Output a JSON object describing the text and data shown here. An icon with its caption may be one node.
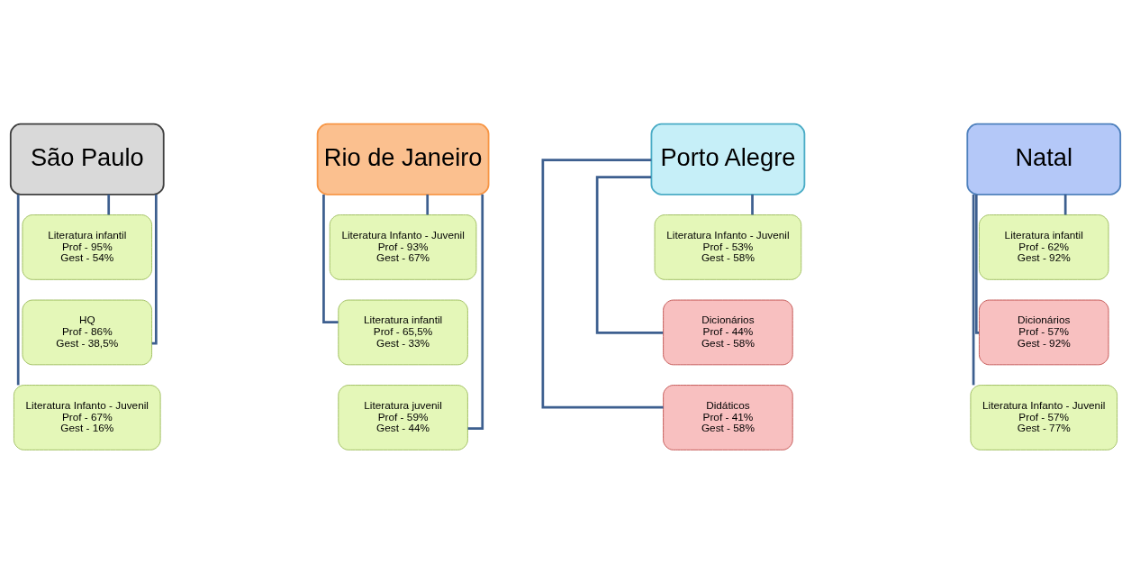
{
  "diagram": {
    "nodes": [
      {
        "text": [
          "São Paulo"
        ]
      },
      {
        "text": [
          "Literatura infantil",
          "Prof - 95%",
          "Gest - 54%"
        ]
      },
      {
        "text": [
          "HQ",
          "Prof - 86%",
          "Gest - 38,5%"
        ]
      },
      {
        "text": [
          "Literatura Infanto - Juvenil",
          "Prof - 67%",
          "Gest - 16%"
        ]
      },
      {
        "text": [
          "Rio de Janeiro"
        ]
      },
      {
        "text": [
          "Literatura Infanto - Juvenil",
          "Prof - 93%",
          "Gest - 67%"
        ]
      },
      {
        "text": [
          "Literatura infantil",
          "Prof - 65,5%",
          "Gest - 33%"
        ]
      },
      {
        "text": [
          "Literatura juvenil",
          "Prof - 59%",
          "Gest - 44%"
        ]
      },
      {
        "text": [
          "Porto Alegre"
        ]
      },
      {
        "text": [
          "Literatura Infanto - Juvenil",
          "Prof - 53%",
          "Gest - 58%"
        ]
      },
      {
        "text": [
          "Dicionários",
          "Prof - 44%",
          "Gest - 58%"
        ]
      },
      {
        "text": [
          "Didáticos",
          "Prof - 41%",
          "Gest - 58%"
        ]
      },
      {
        "text": [
          "Natal"
        ]
      },
      {
        "text": [
          "Literatura infantil",
          "Prof - 62%",
          "Gest - 92%"
        ]
      },
      {
        "text": [
          "Dicionários",
          "Prof - 57%",
          "Gest - 92%"
        ]
      },
      {
        "text": [
          "Literatura Infanto - Juvenil",
          "Prof - 57%",
          "Gest - 77%"
        ]
      }
    ],
    "edges": [
      {
        "from": 0,
        "to": 1,
        "arrow": "none"
      },
      {
        "from": 0,
        "to": 2,
        "arrow": "none"
      },
      {
        "from": 0,
        "to": 3,
        "arrow": "none"
      },
      {
        "from": 4,
        "to": 5,
        "arrow": "none"
      },
      {
        "from": 4,
        "to": 6,
        "arrow": "none"
      },
      {
        "from": 4,
        "to": 7,
        "arrow": "none"
      },
      {
        "from": 8,
        "to": 9,
        "arrow": "none"
      },
      {
        "from": 8,
        "to": 10,
        "arrow": "none"
      },
      {
        "from": 8,
        "to": 11,
        "arrow": "none"
      },
      {
        "from": 12,
        "to": 13,
        "arrow": "none"
      },
      {
        "from": 12,
        "to": 14,
        "arrow": "none"
      },
      {
        "from": 12,
        "to": 15,
        "arrow": "none"
      }
    ]
  }
}
